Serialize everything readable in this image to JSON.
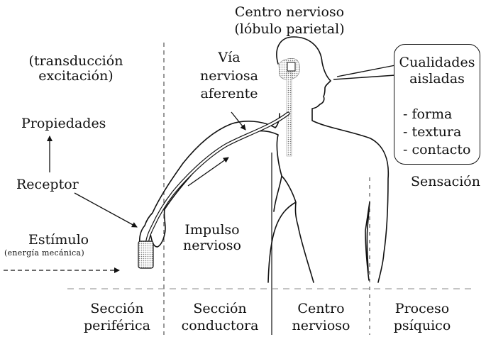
{
  "center": {
    "title": "Centro nervioso",
    "subtitle": "(lóbulo parietal)"
  },
  "transduction": {
    "line1": "(transducción",
    "line2": "excitación)"
  },
  "pathway": {
    "line1": "Vía",
    "line2": "nerviosa",
    "line3": "aferente"
  },
  "properties": "Propiedades",
  "receptor": "Receptor",
  "stimulus": {
    "label": "Estímulo",
    "detail": "(energía mecánica)"
  },
  "impulse": {
    "line1": "Impulso",
    "line2": "nervioso"
  },
  "qualities": {
    "title1": "Cualidades",
    "title2": "aisladas",
    "items": [
      "- forma",
      "- textura",
      "- contacto"
    ]
  },
  "sensation": "Sensación",
  "sections": [
    {
      "line1": "Sección",
      "line2": "periférica"
    },
    {
      "line1": "Sección",
      "line2": "conductora"
    },
    {
      "line1": "Centro",
      "line2": "nervioso"
    },
    {
      "line1": "Proceso",
      "line2": "psíquico"
    }
  ]
}
